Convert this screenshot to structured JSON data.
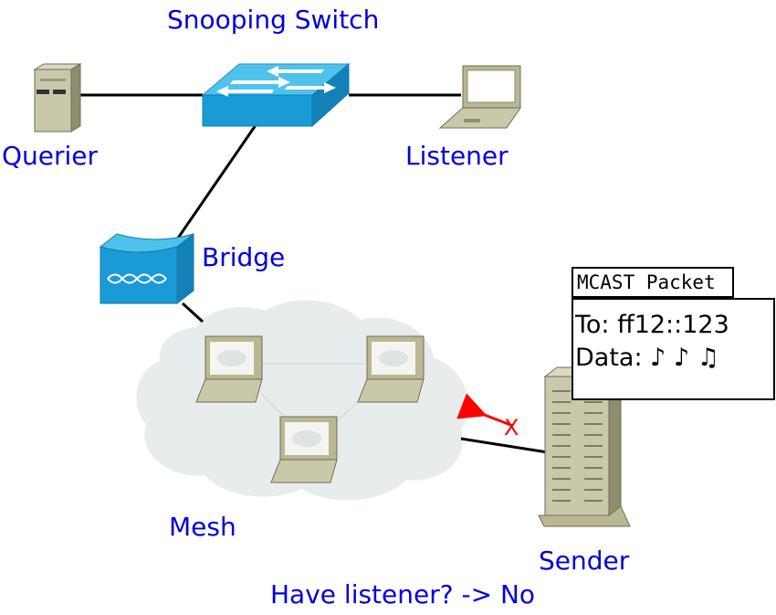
{
  "labels": {
    "snooping_switch": "Snooping Switch",
    "querier": "Querier",
    "listener": "Listener",
    "bridge": "Bridge",
    "mesh": "Mesh",
    "sender": "Sender",
    "question": "Have listener? -> No"
  },
  "packet": {
    "tab_label": "MCAST Packet",
    "to_line": "To: ff12::123",
    "data_line": "Data: ♪ ♪ ♫"
  },
  "blocked_mark": "X",
  "colors": {
    "label_text": "#0000dd",
    "switch_blue": "#1a9bd6",
    "mesh_cloud": "#e8ecec",
    "device_beige": "#b9b892",
    "blocked_red": "#ff0000"
  }
}
